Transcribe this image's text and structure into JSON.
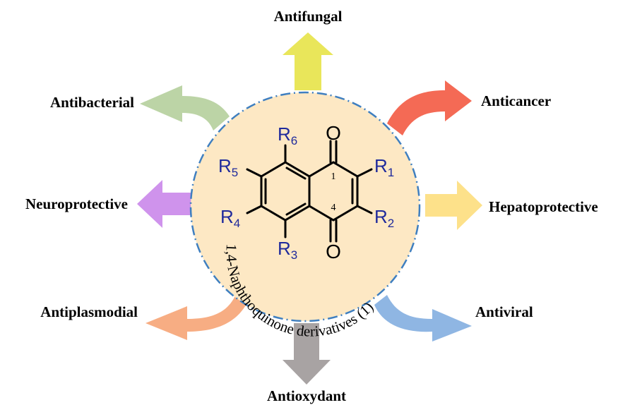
{
  "center": {
    "caption": "1,4-Naphthoquinone derivatives (1)"
  },
  "activities": [
    {
      "key": "antifungal",
      "label": "Antifungal",
      "color": "#e9e65a"
    },
    {
      "key": "anticancer",
      "label": "Anticancer",
      "color": "#f46a55"
    },
    {
      "key": "hepatoprotective",
      "label": "Hepatoprotective",
      "color": "#fde18a"
    },
    {
      "key": "antiviral",
      "label": "Antiviral",
      "color": "#8fb6e3"
    },
    {
      "key": "antioxydant",
      "label": "Antioxydant",
      "color": "#a8a3a3"
    },
    {
      "key": "antiplasmodial",
      "label": "Antiplasmodial",
      "color": "#f7ad83"
    },
    {
      "key": "neuroprotective",
      "label": "Neuroprotective",
      "color": "#cf93ec"
    },
    {
      "key": "antibacterial",
      "label": "Antibacterial",
      "color": "#bcd4a6"
    }
  ],
  "molecule": {
    "r1": {
      "main": "R",
      "sub": "1"
    },
    "r2": {
      "main": "R",
      "sub": "2"
    },
    "r3": {
      "main": "R",
      "sub": "3"
    },
    "r4": {
      "main": "R",
      "sub": "4"
    },
    "r5": {
      "main": "R",
      "sub": "5"
    },
    "r6": {
      "main": "R",
      "sub": "6"
    },
    "o_top": "O",
    "o_bottom": "O",
    "pos1": "1",
    "pos4": "4"
  },
  "colors": {
    "circle_fill": "#fde8c4",
    "circle_border": "#3f7fc0",
    "r_group": "#1f2a9c"
  }
}
